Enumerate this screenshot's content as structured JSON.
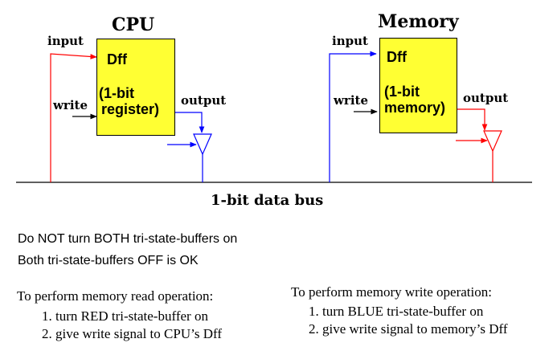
{
  "cpu": {
    "title": "CPU",
    "box_line1": "Dff",
    "box_line2": "(1-bit",
    "box_line3": "register)",
    "input_label": "input",
    "write_label": "write",
    "output_label": "output",
    "input_wire_color": "#ff0000",
    "buffer_color": "#0000ff"
  },
  "memory": {
    "title": "Memory",
    "box_line1": "Dff",
    "box_line2": "(1-bit",
    "box_line3": "memory)",
    "input_label": "input",
    "write_label": "write",
    "output_label": "output",
    "input_wire_color": "#0000ff",
    "buffer_color": "#ff0000"
  },
  "bus_label": "1-bit data bus",
  "rules": {
    "line1": "Do NOT turn BOTH tri-state-buffers on",
    "line2": "Both tri-state-buffers OFF is OK"
  },
  "read_op": {
    "heading": "To perform memory read operation:",
    "step1": "1. turn RED tri-state-buffer on",
    "step2": "2. give write signal to CPU’s Dff"
  },
  "write_op": {
    "heading": "To perform memory write operation:",
    "step1": "1. turn BLUE tri-state-buffer on",
    "step2": "2. give write signal to memory’s Dff"
  },
  "colors": {
    "box_fill": "#ffff33",
    "red": "#ff0000",
    "blue": "#0000ff",
    "black": "#000000"
  }
}
